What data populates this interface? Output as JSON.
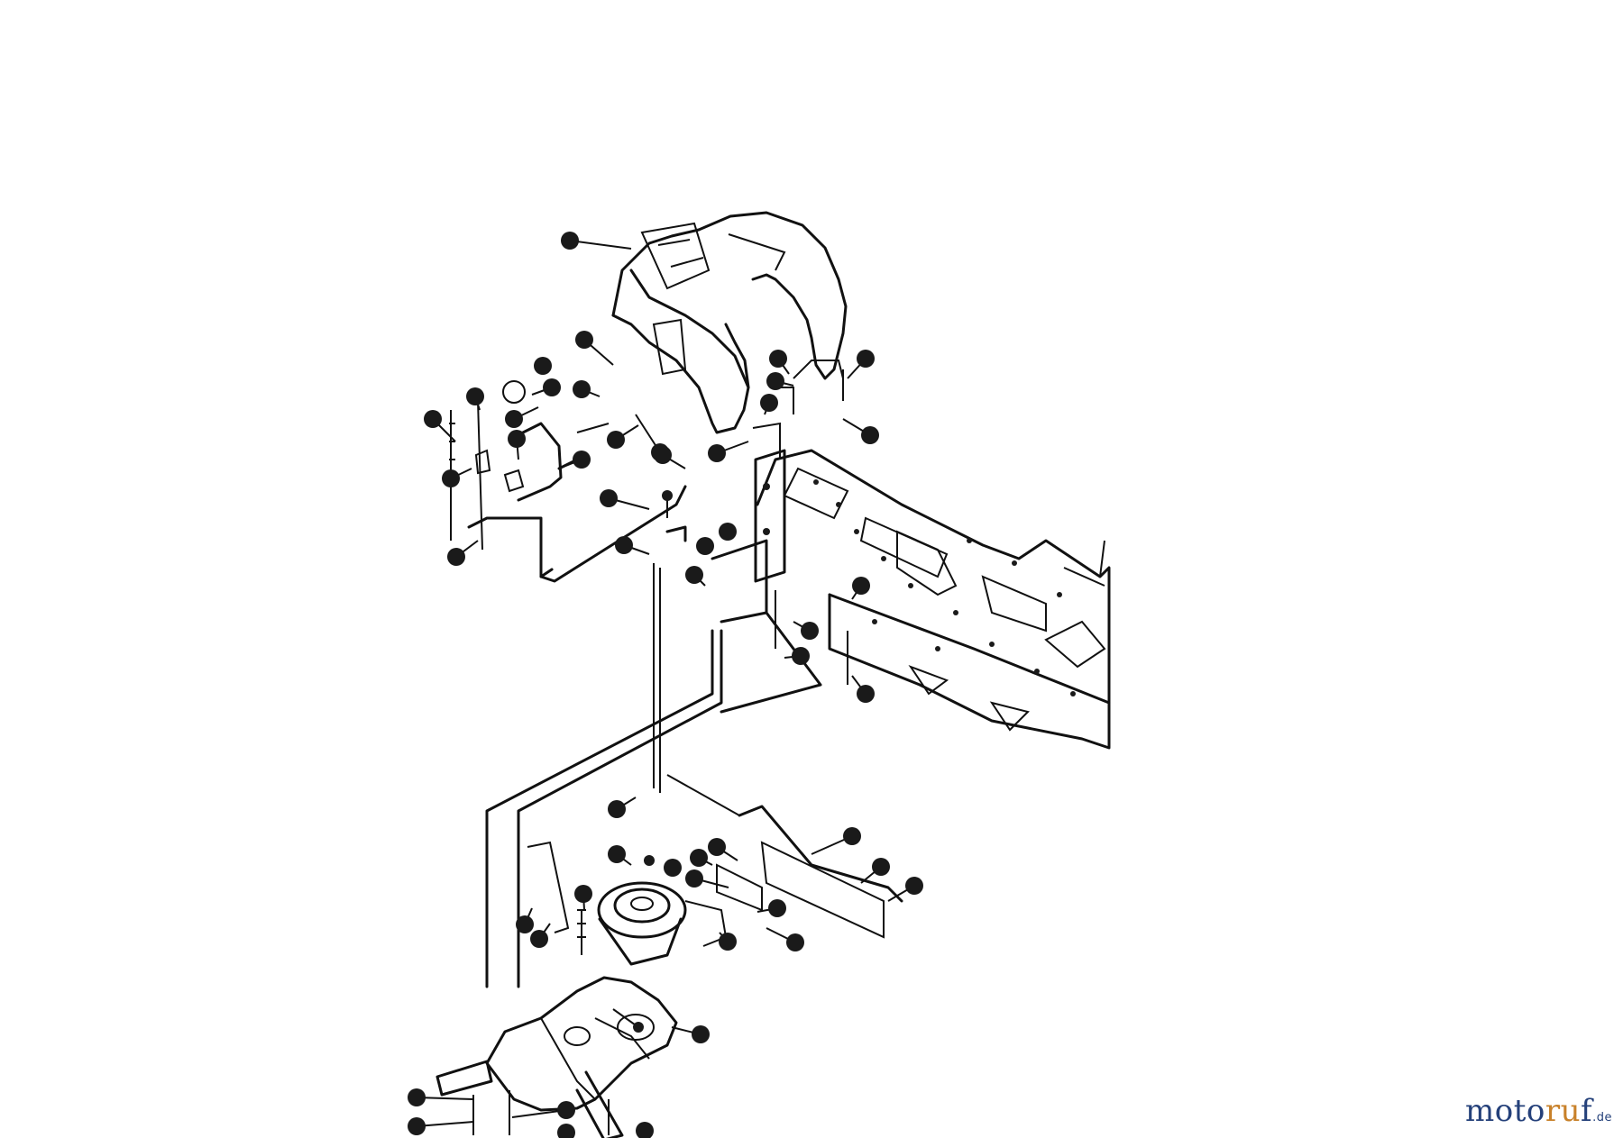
{
  "watermark": {
    "part1": "moto",
    "part2": "ru",
    "part3": "f",
    "tld": ".de"
  },
  "colors": {
    "line": "#111111",
    "background": "#ffffff",
    "watermark_blue": "#24407a",
    "watermark_orange": "#c8812a"
  },
  "callout_count": 54
}
